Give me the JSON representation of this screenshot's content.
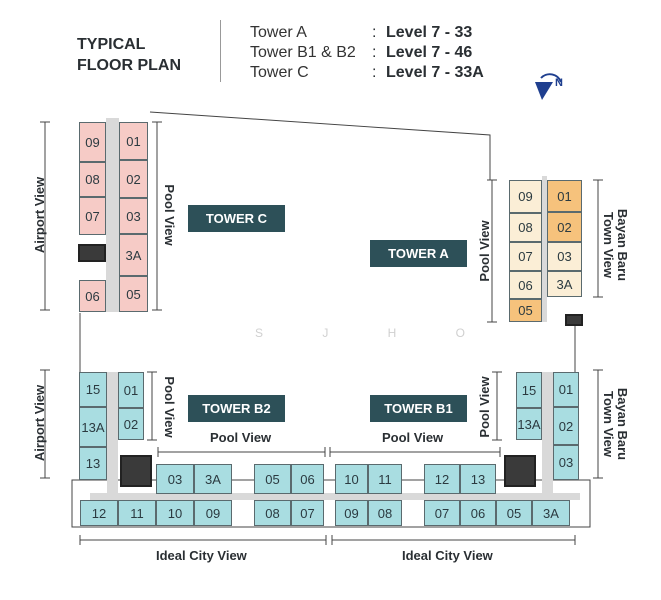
{
  "header": {
    "title_line1": "TYPICAL",
    "title_line2": "FLOOR PLAN",
    "levels": [
      {
        "tower": "Tower A",
        "sep": ":",
        "level": "Level 7 - 33"
      },
      {
        "tower": "Tower B1 & B2",
        "sep": ":",
        "level": "Level 7 - 46"
      },
      {
        "tower": "Tower C",
        "sep": ":",
        "level": "Level 7 - 33A"
      }
    ]
  },
  "compass": {
    "icon": "north-compass-icon",
    "letter": "N"
  },
  "watermark": "SJHO",
  "towers": {
    "c": {
      "label": "TOWER C",
      "units": [
        "09",
        "08",
        "07",
        "06",
        "01",
        "02",
        "03",
        "3A",
        "05"
      ]
    },
    "a": {
      "label": "TOWER A",
      "units": [
        "09",
        "08",
        "07",
        "06",
        "05",
        "01",
        "02",
        "03",
        "3A"
      ]
    },
    "b2": {
      "label": "TOWER B2",
      "units": [
        "15",
        "13A",
        "13",
        "01",
        "02",
        "03",
        "3A",
        "05",
        "06",
        "12",
        "11",
        "10",
        "09",
        "08",
        "07"
      ]
    },
    "b1": {
      "label": "TOWER B1",
      "units": [
        "10",
        "11",
        "12",
        "13",
        "09",
        "08",
        "07",
        "06",
        "05",
        "3A",
        "15",
        "13A",
        "01",
        "02",
        "03"
      ]
    }
  },
  "views": {
    "airport": "Airport View",
    "pool": "Pool View",
    "bayan1": "Bayan Baru",
    "bayan2": "Town View",
    "city": "Ideal City View"
  },
  "colors": {
    "pink": "#f6cbc6",
    "cream": "#fbeed6",
    "orange": "#f6c27c",
    "teal": "#a9dde1",
    "tag": "#2d5058"
  }
}
